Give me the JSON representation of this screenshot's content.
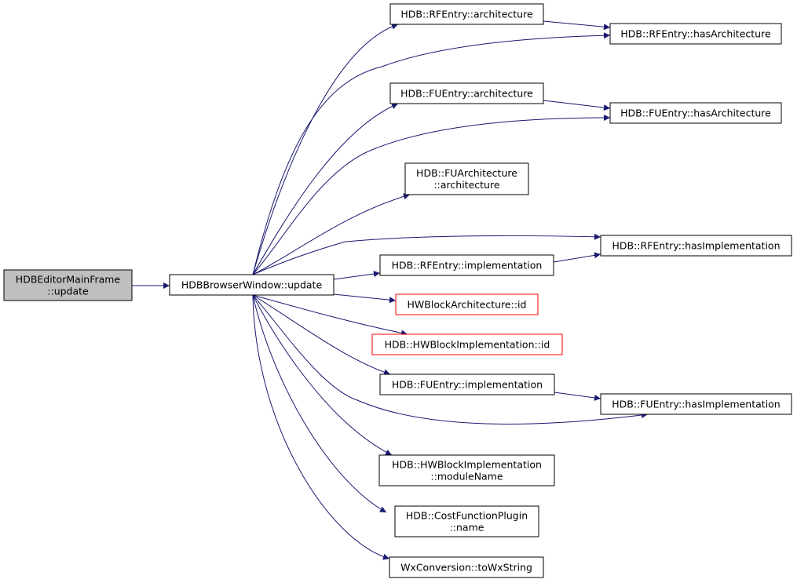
{
  "colors": {
    "edge": "#191970",
    "node_border": "#000000",
    "node_border_undocumented": "#ff0000",
    "node_fill": "#ffffff",
    "root_fill": "#bfbfbf"
  },
  "nodes": [
    {
      "id": "root",
      "lines": [
        "HDBEditorMainFrame",
        "::update"
      ],
      "kind": "root"
    },
    {
      "id": "browser",
      "lines": [
        "HDBBrowserWindow::update"
      ],
      "kind": "normal"
    },
    {
      "id": "rf_arch",
      "lines": [
        "HDB::RFEntry::architecture"
      ],
      "kind": "normal"
    },
    {
      "id": "rf_hasarch",
      "lines": [
        "HDB::RFEntry::hasArchitecture"
      ],
      "kind": "normal"
    },
    {
      "id": "fu_arch",
      "lines": [
        "HDB::FUEntry::architecture"
      ],
      "kind": "normal"
    },
    {
      "id": "fu_hasarch",
      "lines": [
        "HDB::FUEntry::hasArchitecture"
      ],
      "kind": "normal"
    },
    {
      "id": "fuarch_arch",
      "lines": [
        "HDB::FUArchitecture",
        "::architecture"
      ],
      "kind": "normal"
    },
    {
      "id": "rf_hasimpl",
      "lines": [
        "HDB::RFEntry::hasImplementation"
      ],
      "kind": "normal"
    },
    {
      "id": "rf_impl",
      "lines": [
        "HDB::RFEntry::implementation"
      ],
      "kind": "normal"
    },
    {
      "id": "hwba_id",
      "lines": [
        "HWBlockArchitecture::id"
      ],
      "kind": "red"
    },
    {
      "id": "hwbi_id",
      "lines": [
        "HDB::HWBlockImplementation::id"
      ],
      "kind": "red"
    },
    {
      "id": "fu_impl",
      "lines": [
        "HDB::FUEntry::implementation"
      ],
      "kind": "normal"
    },
    {
      "id": "fu_hasimpl",
      "lines": [
        "HDB::FUEntry::hasImplementation"
      ],
      "kind": "normal"
    },
    {
      "id": "hwbi_mod",
      "lines": [
        "HDB::HWBlockImplementation",
        "::moduleName"
      ],
      "kind": "normal"
    },
    {
      "id": "cost_name",
      "lines": [
        "HDB::CostFunctionPlugin",
        "::name"
      ],
      "kind": "normal"
    },
    {
      "id": "wx",
      "lines": [
        "WxConversion::toWxString"
      ],
      "kind": "normal"
    }
  ],
  "edges": [
    {
      "from": "root",
      "to": "browser"
    },
    {
      "from": "browser",
      "to": "rf_arch"
    },
    {
      "from": "browser",
      "to": "rf_hasarch"
    },
    {
      "from": "browser",
      "to": "fu_arch"
    },
    {
      "from": "browser",
      "to": "fu_hasarch"
    },
    {
      "from": "browser",
      "to": "fuarch_arch"
    },
    {
      "from": "browser",
      "to": "rf_hasimpl"
    },
    {
      "from": "browser",
      "to": "rf_impl"
    },
    {
      "from": "browser",
      "to": "hwba_id"
    },
    {
      "from": "browser",
      "to": "hwbi_id"
    },
    {
      "from": "browser",
      "to": "fu_impl"
    },
    {
      "from": "browser",
      "to": "fu_hasimpl"
    },
    {
      "from": "browser",
      "to": "hwbi_mod"
    },
    {
      "from": "browser",
      "to": "cost_name"
    },
    {
      "from": "browser",
      "to": "wx"
    },
    {
      "from": "rf_arch",
      "to": "rf_hasarch"
    },
    {
      "from": "fu_arch",
      "to": "fu_hasarch"
    },
    {
      "from": "rf_impl",
      "to": "rf_hasimpl"
    },
    {
      "from": "fu_impl",
      "to": "fu_hasimpl"
    }
  ]
}
